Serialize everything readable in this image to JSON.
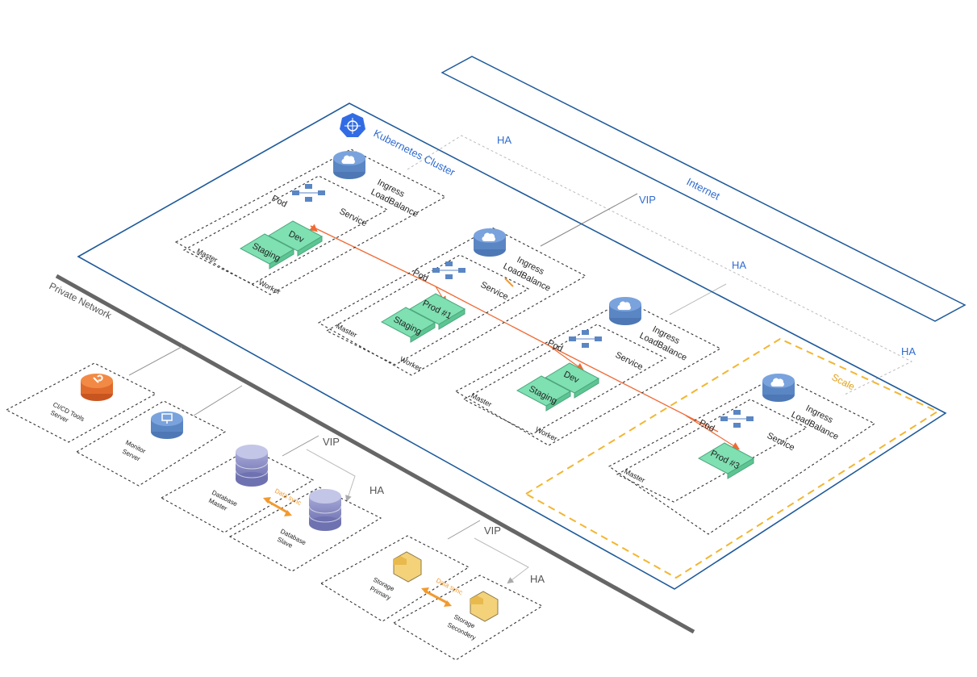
{
  "internet": {
    "label": "Internet",
    "ha_label": "HA",
    "vip_label": "VIP"
  },
  "cluster": {
    "label": "Kubernetes Cluster"
  },
  "private_network": {
    "label": "Private Network"
  },
  "scale": {
    "label": "Scale"
  },
  "ha_labels": [
    "HA",
    "HA",
    "HA"
  ],
  "nodes": [
    {
      "ingress": [
        "Ingress",
        "LoadBalance"
      ],
      "service": "Service",
      "pod": "Pod",
      "master": "Master",
      "worker": "Worker",
      "envs": [
        "Dev",
        "Staging"
      ]
    },
    {
      "ingress": [
        "Ingress",
        "LoadBalance"
      ],
      "service": "Service",
      "pod": "Pod",
      "master": "Master",
      "worker": "Worker",
      "envs": [
        "Prod #1",
        "Staging"
      ]
    },
    {
      "ingress": [
        "Ingress",
        "LoadBalance"
      ],
      "service": "Service",
      "pod": "Pod",
      "master": "Master",
      "worker": "Worker",
      "envs": [
        "Dev",
        "Staging"
      ]
    },
    {
      "ingress": [
        "Ingress",
        "LoadBalance"
      ],
      "service": "Service",
      "pod": "Pod",
      "master": "Master",
      "envs": [
        "Prod #3"
      ]
    }
  ],
  "infra": {
    "cicd": [
      "CI/CD Tools",
      "Server"
    ],
    "monitor": [
      "Monitor",
      "Server"
    ],
    "db_master": [
      "Database",
      "Master"
    ],
    "db_slave": [
      "Database",
      "Slave"
    ],
    "db_vip": "VIP",
    "db_ha": "HA",
    "db_sync": "Data sync",
    "storage_primary": [
      "Storage",
      "Primary"
    ],
    "storage_secondary": [
      "Storage",
      "Secondery"
    ],
    "storage_vip": "VIP",
    "storage_ha": "HA",
    "storage_sync": "Data sync"
  },
  "colors": {
    "cluster_border": "#1f5a9a",
    "internet_border": "#1f5a9a",
    "scale_border": "#f2b632",
    "pod_fill": "#7fe0b2",
    "link_orange": "#f06a35",
    "sync_orange": "#f29a2e",
    "db_purple": "#8c8fc8",
    "cloud_blue": "#5b86c4"
  }
}
